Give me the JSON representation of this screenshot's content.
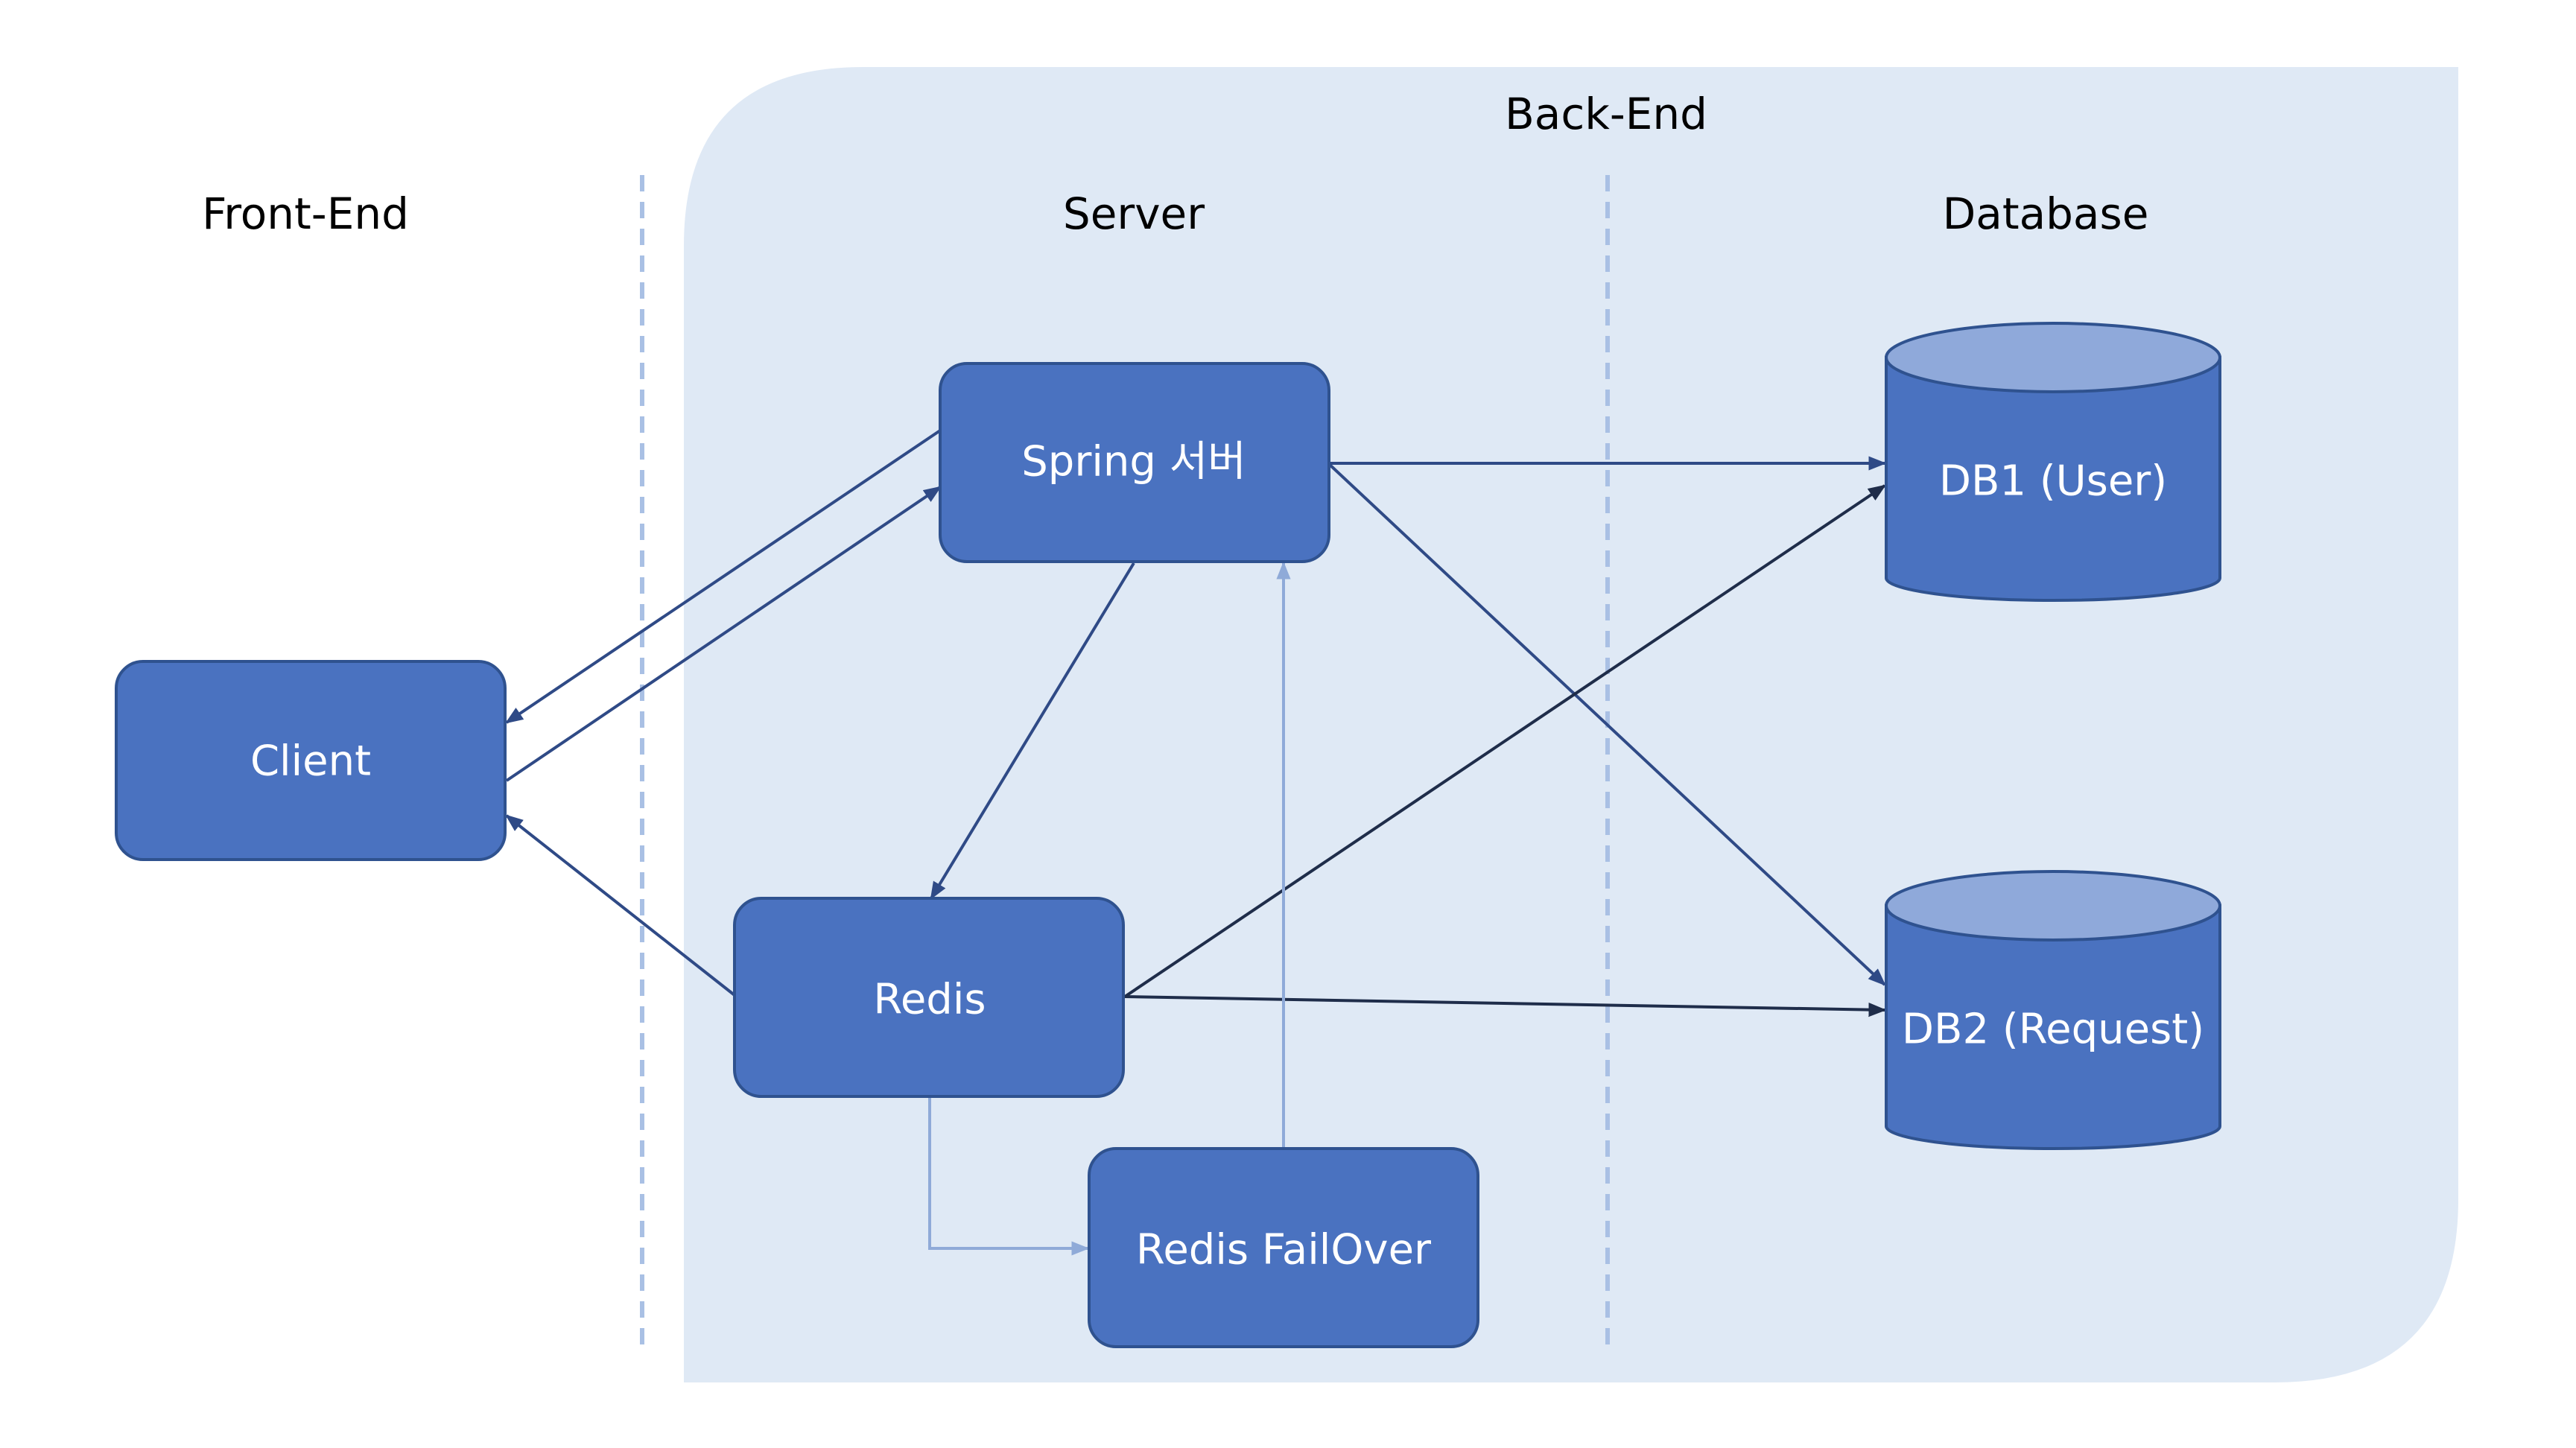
{
  "sections": {
    "backend": "Back-End",
    "frontend": "Front-End",
    "server": "Server",
    "database": "Database"
  },
  "nodes": {
    "client": "Client",
    "spring": "Spring 서버",
    "redis": "Redis",
    "redis_failover": "Redis FailOver",
    "db1": "DB1 (User)",
    "db2": "DB2 (Request)"
  },
  "colors": {
    "node_fill": "#4a72c0",
    "node_stroke": "#2f528f",
    "cylinder_top": "#8fa9da",
    "backend_background": "#dfe9f5",
    "divider": "#a9c0e4",
    "edge_dark": "#2f4a86",
    "edge_light": "#8faad8"
  }
}
